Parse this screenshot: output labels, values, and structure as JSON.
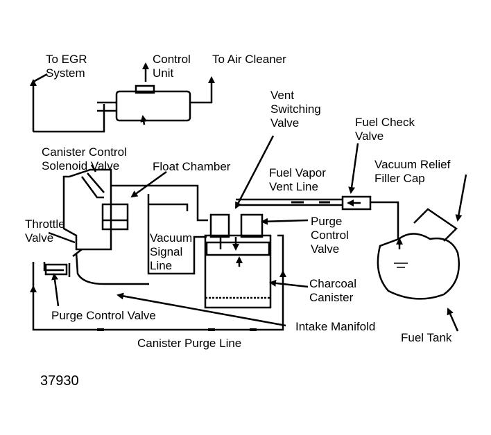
{
  "labels": {
    "to_egr": "To EGR\nSystem",
    "control_unit": "Control\nUnit",
    "to_air_cleaner": "To Air Cleaner",
    "vent_switching_valve": "Vent\nSwitching\nValve",
    "fuel_check_valve": "Fuel Check\nValve",
    "canister_control_solenoid": "Canister Control\nSolenoid Valve",
    "float_chamber": "Float Chamber",
    "fuel_vapor_vent_line": "Fuel Vapor\nVent Line",
    "vacuum_relief_filler_cap": "Vacuum Relief\nFiller Cap",
    "throttle_valve": "Throttle\nValve",
    "vacuum_signal_line": "Vacuum\nSignal\nLine",
    "purge_control_valve_right": "Purge\nControl\nValve",
    "charcoal_canister": "Charcoal\nCanister",
    "purge_control_valve_left": "Purge Control Valve",
    "intake_manifold": "Intake Manifold",
    "fuel_tank": "Fuel Tank",
    "canister_purge_line": "Canister Purge Line",
    "figure_number": "37930"
  },
  "colors": {
    "ink": "#000000",
    "paper": "#ffffff"
  }
}
